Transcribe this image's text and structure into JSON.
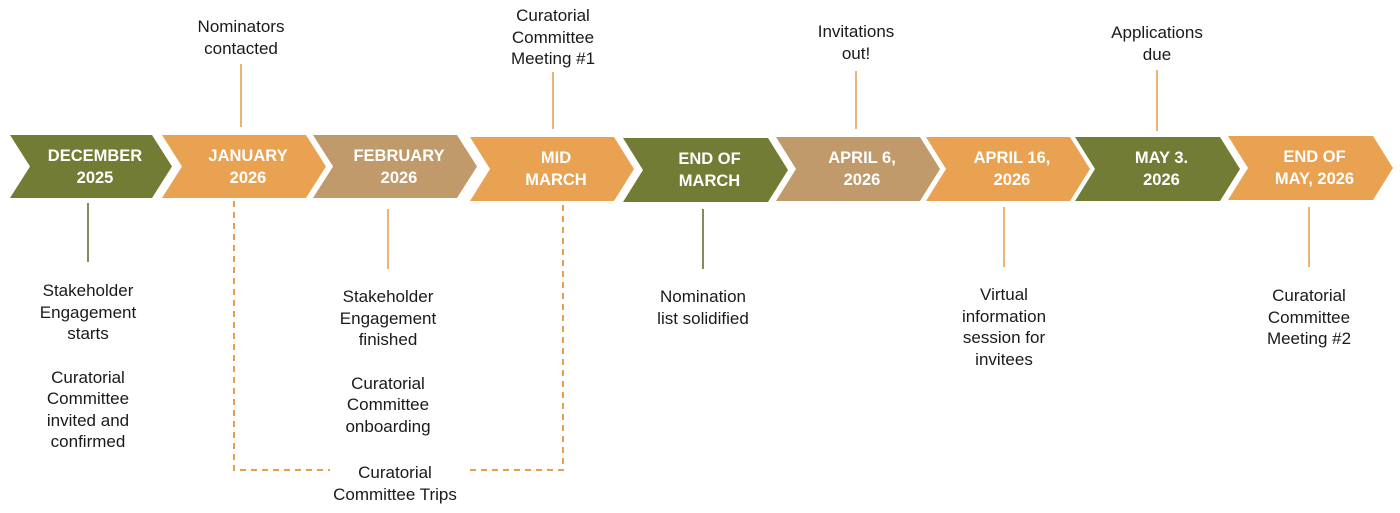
{
  "colors": {
    "green": "#737c35",
    "orange": "#e8a252",
    "tan": "#c09a6a",
    "line_dark": "#6a6b3a",
    "line_orange": "#e8a252",
    "dashed": "#e3a050"
  },
  "milestones": [
    {
      "label_lines": [
        "DECEMBER",
        "2025"
      ],
      "color": "green",
      "above": [],
      "below": [
        "Stakeholder",
        "Engagement",
        "starts",
        "",
        "Curatorial",
        "Committee",
        "invited and",
        "confirmed"
      ]
    },
    {
      "label_lines": [
        "JANUARY",
        "2026"
      ],
      "color": "orange",
      "above": [
        "Nominators",
        "contacted"
      ],
      "below": []
    },
    {
      "label_lines": [
        "FEBRUARY",
        "2026"
      ],
      "color": "tan",
      "above": [],
      "below": [
        "Stakeholder",
        "Engagement",
        "finished",
        "",
        "Curatorial",
        "Committee",
        "onboarding"
      ]
    },
    {
      "label_lines": [
        "MID",
        "MARCH"
      ],
      "color": "orange",
      "above": [
        "Curatorial",
        "Committee",
        "Meeting #1"
      ],
      "below": []
    },
    {
      "label_lines": [
        "END OF",
        "MARCH"
      ],
      "color": "green",
      "above": [],
      "below": [
        "Nomination",
        "list solidified"
      ]
    },
    {
      "label_lines": [
        "APRIL 6,",
        "2026"
      ],
      "color": "tan",
      "above": [
        "Invitations",
        "out!"
      ],
      "below": []
    },
    {
      "label_lines": [
        "APRIL 16,",
        "2026"
      ],
      "color": "orange",
      "above": [],
      "below": [
        "Virtual",
        "information",
        "session for",
        "invitees"
      ]
    },
    {
      "label_lines": [
        "MAY 3.",
        "2026"
      ],
      "color": "green",
      "above": [
        "Applications",
        "due"
      ],
      "below": []
    },
    {
      "label_lines": [
        "END OF",
        "MAY, 2026"
      ],
      "color": "orange",
      "above": [],
      "below": [
        "Curatorial",
        "Committee",
        "Meeting #2"
      ]
    }
  ],
  "span_note": {
    "label_lines": [
      "Curatorial",
      "Committee Trips"
    ],
    "from_milestone": 1,
    "to_milestone": 3
  }
}
